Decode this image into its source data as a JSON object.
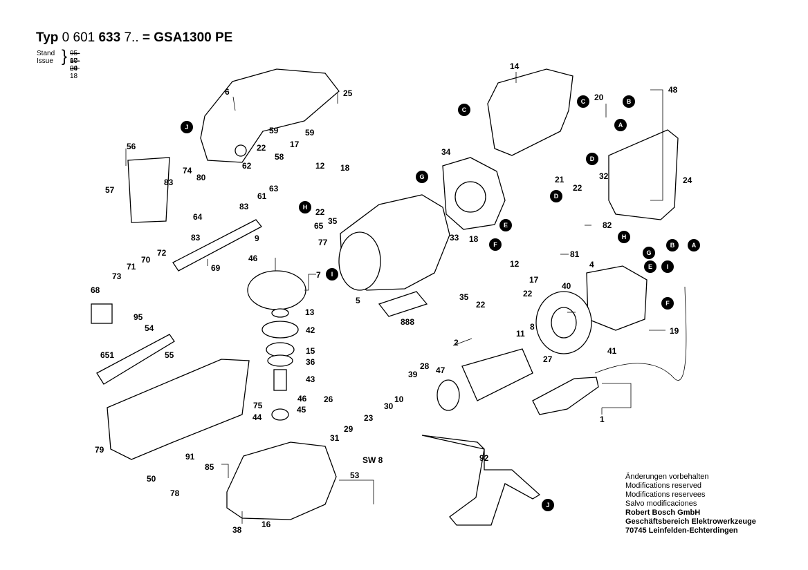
{
  "header": {
    "typ_label": "Typ",
    "typ_number": "0 601",
    "typ_number_bold": "633",
    "typ_suffix": "7..",
    "equals": "=",
    "model": "GSA1300 PE",
    "stand_label": "Stand",
    "issue_label": "Issue",
    "old_date": "95-10-20",
    "issue_date": "97-04-18"
  },
  "notes": {
    "line1": "Änderungen vorbehalten",
    "line2": "Modifications reserved",
    "line3": "Modifications reservees",
    "line4": "Salvo modificaciones",
    "company": "Robert Bosch GmbH",
    "division": "Geschäftsbereich Elektrowerkzeuge",
    "address": "70745 Leinfelden-Echterdingen"
  },
  "part_numbers": {
    "p1": "1",
    "p2": "2",
    "p4": "4",
    "p5": "5",
    "p6": "6",
    "p7": "7",
    "p8": "8",
    "p9": "9",
    "p10": "10",
    "p11": "11",
    "p12a": "12",
    "p12b": "12",
    "p13": "13",
    "p14": "14",
    "p15": "15",
    "p16": "16",
    "p17a": "17",
    "p17b": "17",
    "p18a": "18",
    "p18b": "18",
    "p19": "19",
    "p20": "20",
    "p21": "21",
    "p22a": "22",
    "p22b": "22",
    "p22c": "22",
    "p22d": "22",
    "p23": "23",
    "p24": "24",
    "p25": "25",
    "p26": "26",
    "p27": "27",
    "p28": "28",
    "p29": "29",
    "p30": "30",
    "p31": "31",
    "p32": "32",
    "p33": "33",
    "p34": "34",
    "p35a": "35",
    "p35b": "35",
    "p36": "36",
    "p38": "38",
    "p39": "39",
    "p40": "40",
    "p41": "41",
    "p42": "42",
    "p43": "43",
    "p44": "44",
    "p45": "45",
    "p46a": "46",
    "p46b": "46",
    "p47": "47",
    "p48": "48",
    "p50": "50",
    "p53": "53",
    "p54": "54",
    "p55": "55",
    "p56": "56",
    "p57": "57",
    "p58": "58",
    "p59a": "59",
    "p59b": "59",
    "p61": "61",
    "p62": "62",
    "p63": "63",
    "p64": "64",
    "p65": "65",
    "p68": "68",
    "p69": "69",
    "p70": "70",
    "p71": "71",
    "p72": "72",
    "p73": "73",
    "p74": "74",
    "p75": "75",
    "p77": "77",
    "p78": "78",
    "p79": "79",
    "p80": "80",
    "p81": "81",
    "p82": "82",
    "p83a": "83",
    "p83b": "83",
    "p83c": "83",
    "p85": "85",
    "p91": "91",
    "p92": "92",
    "p95": "95",
    "p651": "651",
    "p888": "888",
    "sw8": "SW 8"
  },
  "callouts": {
    "A": "A",
    "B": "B",
    "C": "C",
    "D": "D",
    "E": "E",
    "F": "F",
    "G": "G",
    "H": "H",
    "I": "I",
    "J": "J"
  },
  "colors": {
    "ink": "#000000",
    "paper": "#ffffff"
  }
}
